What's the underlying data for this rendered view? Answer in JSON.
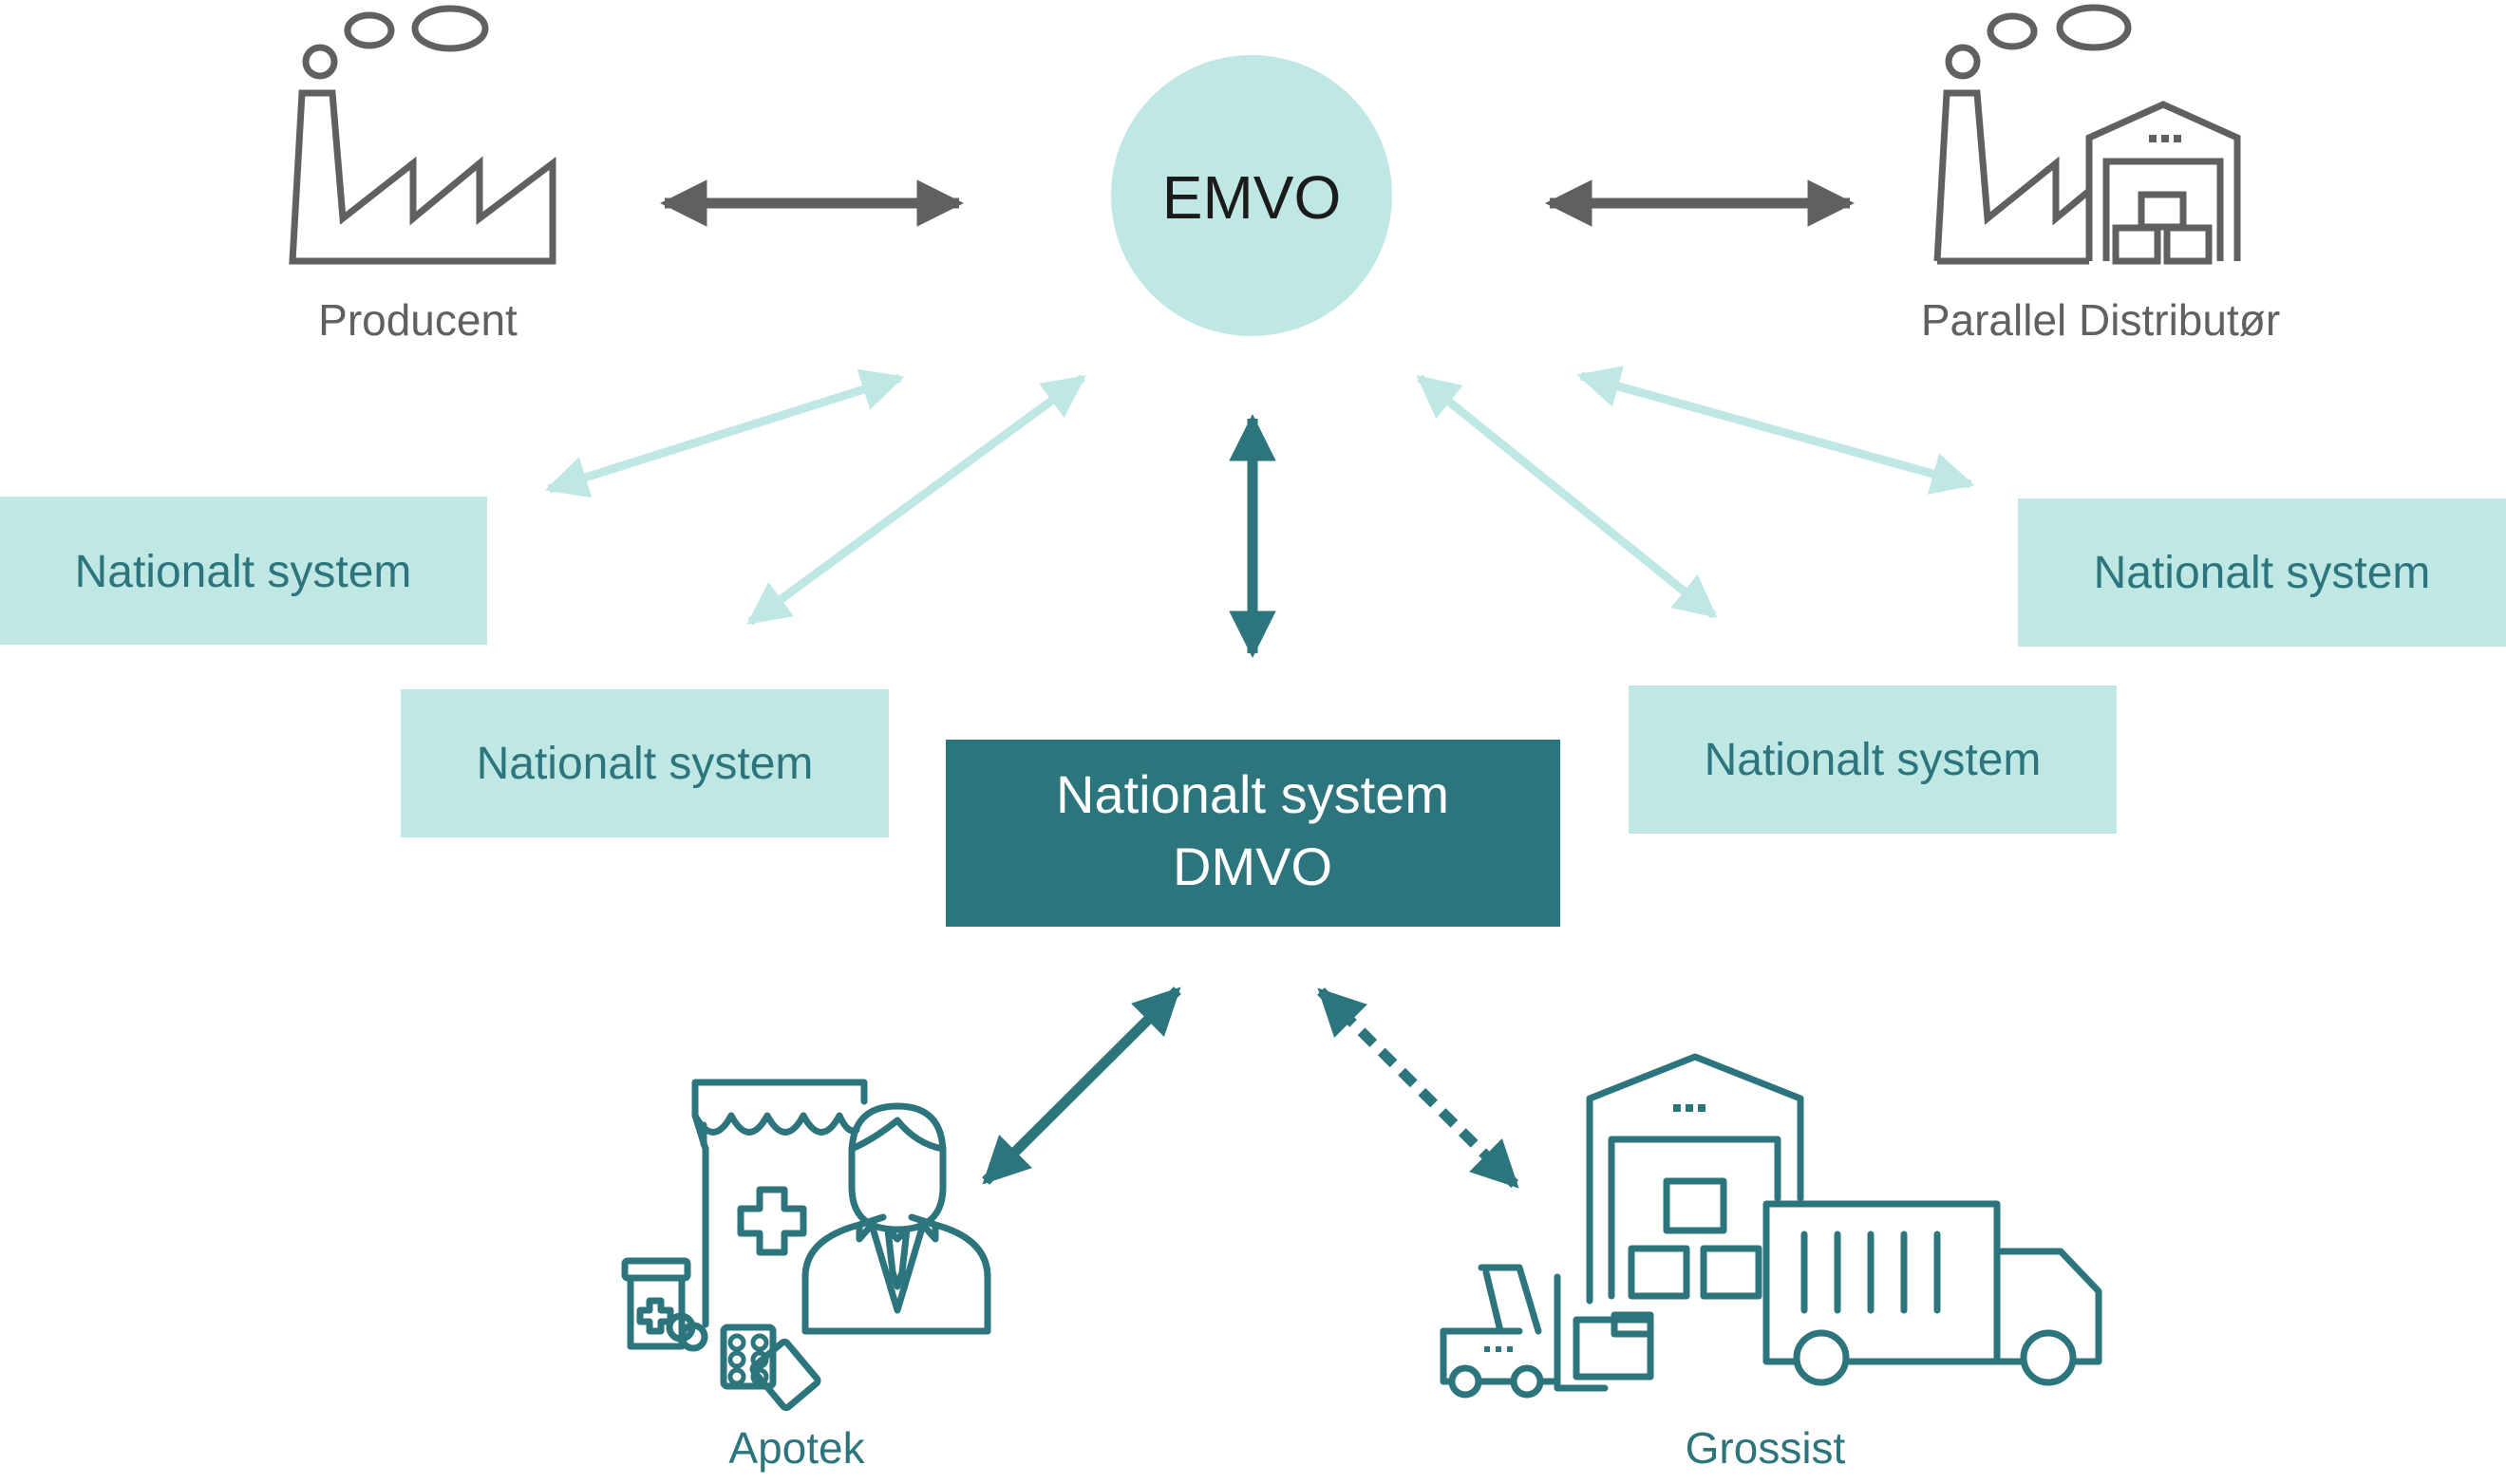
{
  "nodes": {
    "emvo": "EMVO",
    "producent": "Producent",
    "parallel_distributor": "Parallel Distributør",
    "national_systems": [
      "Nationalt system",
      "Nationalt system",
      "Nationalt system",
      "Nationalt system"
    ],
    "dmvo_line1": "Nationalt system",
    "dmvo_line2": "DMVO",
    "apotek": "Apotek",
    "grossist": "Grossist"
  },
  "colors": {
    "light_teal": "#bfe8e5",
    "dark_teal": "#2c757c",
    "icon_teal": "#2c757c",
    "gray": "#606060",
    "white": "#ffffff",
    "text_dark": "#1b1b1b"
  },
  "icons": {
    "producent": "factory-icon",
    "parallel_distributor": "factory-warehouse-icon",
    "apotek": "pharmacist-icon",
    "grossist": "warehouse-truck-forklift-icon"
  }
}
